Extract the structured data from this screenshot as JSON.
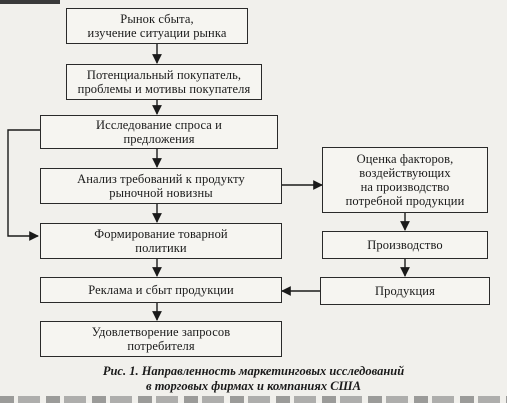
{
  "boxes": {
    "market": [
      "Рынок сбыта,",
      "изучение ситуации рынка"
    ],
    "buyer": [
      "Потенциальный покупатель,",
      "проблемы и мотивы покупателя"
    ],
    "demand": [
      "Исследование спроса и",
      "предложения"
    ],
    "requirements": [
      "Анализ требований к продукту",
      "рыночной новизны"
    ],
    "policy": [
      "Формирование товарной",
      "политики"
    ],
    "advertising": [
      "Реклама и сбыт продукции"
    ],
    "satisfaction": [
      "Удовлетворение запросов",
      "потребителя"
    ],
    "factors": [
      "Оценка факторов,",
      "воздействующих",
      "на производство",
      "потребной продукции"
    ],
    "production": [
      "Производство"
    ],
    "product": [
      "Продукция"
    ]
  },
  "caption": [
    "Рис. 1. Направленность маркетинговых исследований",
    "в торговых фирмах и компаниях США"
  ]
}
